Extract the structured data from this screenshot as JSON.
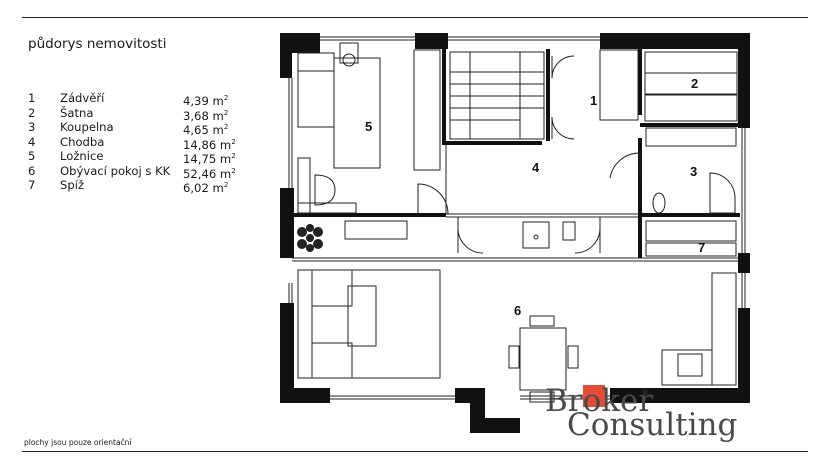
{
  "title": "půdorys nemovitosti",
  "rooms": [
    {
      "num": "1",
      "name": "Zádvěří",
      "area": "4,39",
      "unit": "m",
      "sup": "2"
    },
    {
      "num": "2",
      "name": "Šatna",
      "area": "3,68",
      "unit": "m",
      "sup": "2"
    },
    {
      "num": "3",
      "name": "Koupelna",
      "area": "4,65",
      "unit": "m",
      "sup": "2"
    },
    {
      "num": "4",
      "name": "Chodba",
      "area": "14,86",
      "unit": "m",
      "sup": "2"
    },
    {
      "num": "5",
      "name": "Ložnice",
      "area": "14,75",
      "unit": "m",
      "sup": "2"
    },
    {
      "num": "6",
      "name": "Obývací pokoj s KK",
      "area": "52,46",
      "unit": "m",
      "sup": "2"
    },
    {
      "num": "7",
      "name": "Spíž",
      "area": "6,02",
      "unit": "m",
      "sup": "2"
    }
  ],
  "plan_labels": [
    "1",
    "2",
    "3",
    "4",
    "5",
    "6",
    "7"
  ],
  "note": "plochy jsou pouze orientační",
  "logo": {
    "line1": "Broker",
    "line2": "Consulting",
    "reg": "®",
    "accent": "#e64b38"
  }
}
